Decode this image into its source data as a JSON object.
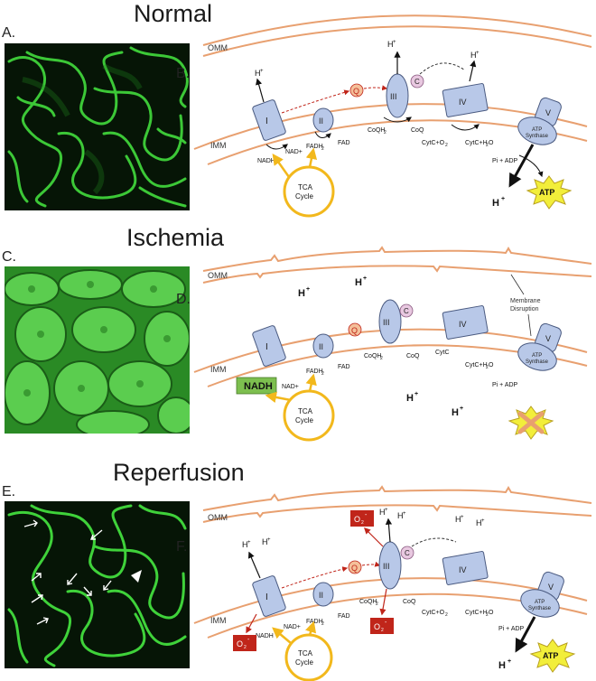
{
  "rows": [
    {
      "title": "Normal",
      "micro_letter": "A.",
      "diagram_letter": "B.",
      "labels": {
        "omm": "OMM",
        "imm": "IMM",
        "c1": "I",
        "c2": "II",
        "c3": "III",
        "c4": "IV",
        "c5": "V",
        "q": "Q",
        "c": "C",
        "nadh": "NADH",
        "nadplus": "NAD+",
        "fadh2": "FADH",
        "fadh2_sub": "2",
        "fad": "FAD",
        "coqh2": "CoQH",
        "coqh2_sub": "2",
        "coq": "CoQ",
        "cytc_o2": "CytC+O",
        "cytc_o2_sub": "2",
        "cytc_h2o": "CytC+H",
        "cytc_h2o_sub": "2",
        "cytc_h2o_end": "O",
        "pi_adp": "Pi + ADP",
        "atp_synthase_1": "ATP",
        "atp_synthase_2": "Synthase",
        "tca_1": "TCA",
        "tca_2": "Cycle",
        "atp": "ATP",
        "h": "H",
        "hplus": "+"
      }
    },
    {
      "title": "Ischemia",
      "micro_letter": "C.",
      "diagram_letter": "D.",
      "labels": {
        "omm": "OMM",
        "imm": "IMM",
        "c1": "I",
        "c2": "II",
        "c3": "III",
        "c4": "IV",
        "c5": "V",
        "q": "Q",
        "c": "C",
        "nadh_box": "NADH",
        "nadplus": "NAD+",
        "fadh2": "FADH",
        "fadh2_sub": "2",
        "fad": "FAD",
        "coqh2": "CoQH",
        "coqh2_sub": "2",
        "coq": "CoQ",
        "cytc": "CytC",
        "cytc_h2o": "CytC+H",
        "cytc_h2o_sub": "2",
        "cytc_h2o_end": "O",
        "pi_adp": "Pi + ADP",
        "atp_synthase_1": "ATP",
        "atp_synthase_2": "Synthase",
        "tca_1": "TCA",
        "tca_2": "Cycle",
        "membrane_1": "Membrane",
        "membrane_2": "Disruption",
        "h": "H",
        "hplus": "+"
      }
    },
    {
      "title": "Reperfusion",
      "micro_letter": "E.",
      "diagram_letter": "F.",
      "labels": {
        "omm": "OMM",
        "imm": "IMM",
        "c1": "I",
        "c2": "II",
        "c3": "III",
        "c4": "IV",
        "c5": "V",
        "q": "Q",
        "c": "C",
        "nadh": "NADH",
        "nadplus": "NAD+",
        "fadh2": "FADH",
        "fadh2_sub": "2",
        "fad": "FAD",
        "coqh2": "CoQH",
        "coqh2_sub": "2",
        "coq": "CoQ",
        "cytc_o2": "CytC+O",
        "cytc_o2_sub": "2",
        "cytc_h2o": "CytC+H",
        "cytc_h2o_sub": "2",
        "cytc_h2o_end": "O",
        "pi_adp": "Pi + ADP",
        "atp_synthase_1": "ATP",
        "atp_synthase_2": "Synthase",
        "tca_1": "TCA",
        "tca_2": "Cycle",
        "atp": "ATP",
        "o2": "O",
        "o2_sub": "2",
        "o2_sup": "-",
        "h": "H",
        "hplus": "+"
      }
    }
  ],
  "colors": {
    "membrane": "#E8A070",
    "complex_fill": "#B8C8E8",
    "complex_stroke": "#4A5A80",
    "q_fill": "#F4C09A",
    "c_fill": "#E8C8E0",
    "tca": "#F2B81C",
    "atp_burst": "#F2EE3A",
    "nadh_box": "#7DBF4F",
    "ros_box": "#C0251A",
    "micro_bg": "#0a1f08",
    "micro_green": "#3fd23a"
  }
}
